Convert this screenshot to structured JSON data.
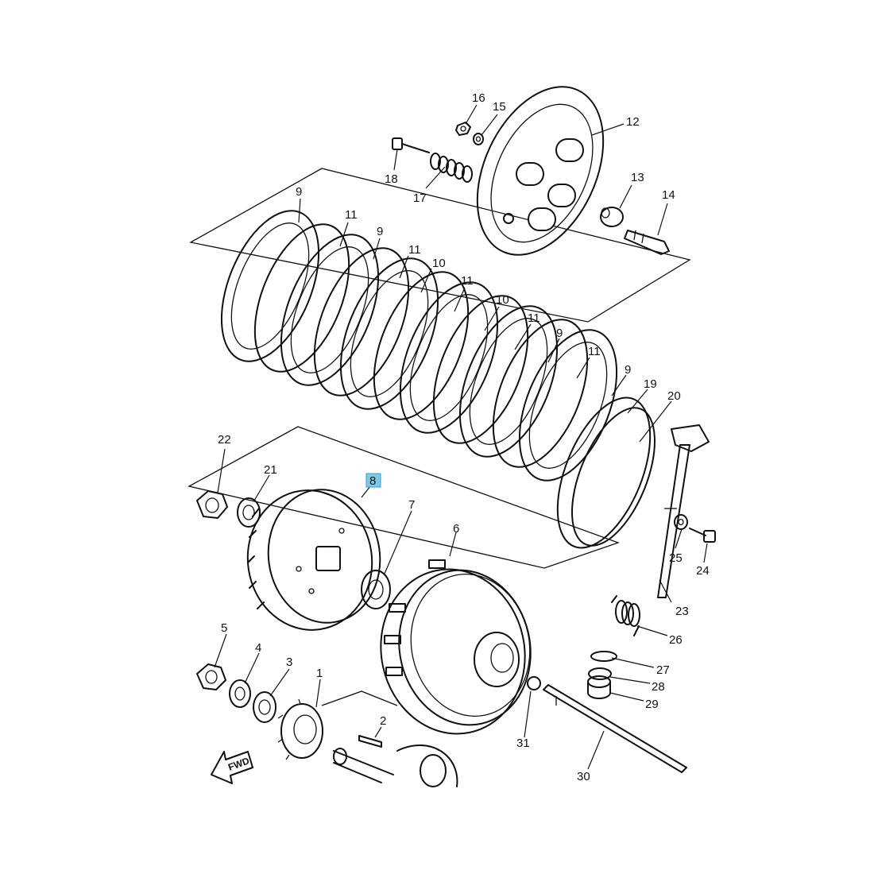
{
  "diagram": {
    "highlight_color": "#7ec8e8",
    "direction_label": "FWD",
    "callouts": [
      {
        "id": "c1",
        "text": "1"
      },
      {
        "id": "c2",
        "text": "2"
      },
      {
        "id": "c3",
        "text": "3"
      },
      {
        "id": "c4",
        "text": "4"
      },
      {
        "id": "c5",
        "text": "5"
      },
      {
        "id": "c6",
        "text": "6"
      },
      {
        "id": "c7",
        "text": "7"
      },
      {
        "id": "c8",
        "text": "8",
        "highlighted": true
      },
      {
        "id": "c9a",
        "text": "9"
      },
      {
        "id": "c9b",
        "text": "9"
      },
      {
        "id": "c9c",
        "text": "9"
      },
      {
        "id": "c9d",
        "text": "9"
      },
      {
        "id": "c10a",
        "text": "10"
      },
      {
        "id": "c10b",
        "text": "10"
      },
      {
        "id": "c11a",
        "text": "11"
      },
      {
        "id": "c11b",
        "text": "11"
      },
      {
        "id": "c11c",
        "text": "11"
      },
      {
        "id": "c11d",
        "text": "11"
      },
      {
        "id": "c11e",
        "text": "11"
      },
      {
        "id": "c12",
        "text": "12"
      },
      {
        "id": "c13",
        "text": "13"
      },
      {
        "id": "c14",
        "text": "14"
      },
      {
        "id": "c15",
        "text": "15"
      },
      {
        "id": "c16",
        "text": "16"
      },
      {
        "id": "c17",
        "text": "17"
      },
      {
        "id": "c18",
        "text": "18"
      },
      {
        "id": "c19",
        "text": "19"
      },
      {
        "id": "c20",
        "text": "20"
      },
      {
        "id": "c21",
        "text": "21"
      },
      {
        "id": "c22",
        "text": "22"
      },
      {
        "id": "c23",
        "text": "23"
      },
      {
        "id": "c24",
        "text": "24"
      },
      {
        "id": "c25",
        "text": "25"
      },
      {
        "id": "c26",
        "text": "26"
      },
      {
        "id": "c27",
        "text": "27"
      },
      {
        "id": "c28",
        "text": "28"
      },
      {
        "id": "c29",
        "text": "29"
      },
      {
        "id": "c30",
        "text": "30"
      },
      {
        "id": "c31",
        "text": "31"
      }
    ]
  }
}
